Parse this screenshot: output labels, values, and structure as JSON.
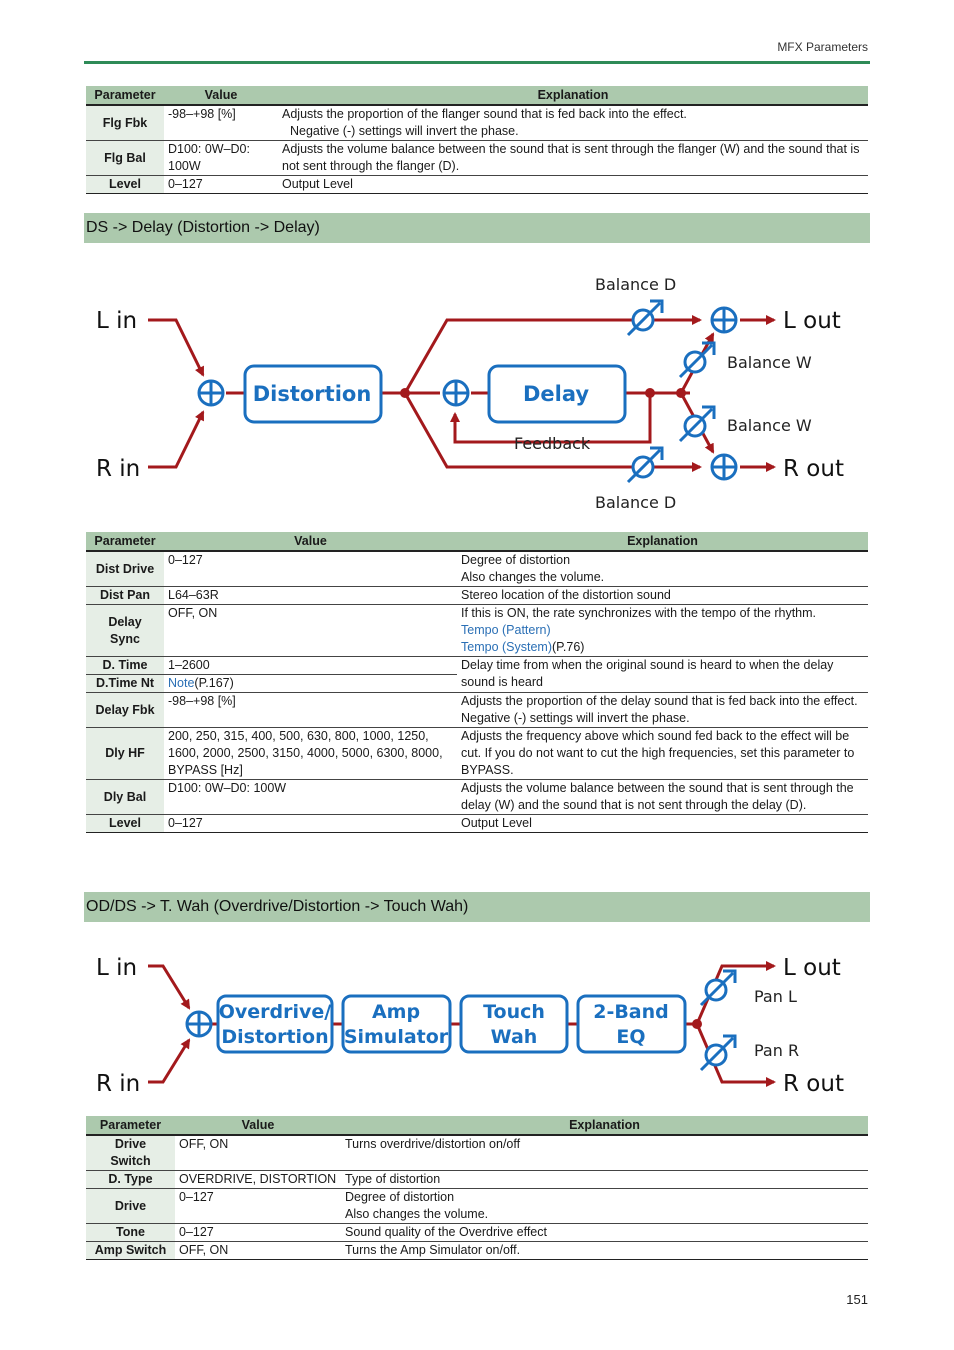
{
  "header": {
    "section_label": "MFX Parameters"
  },
  "table1": {
    "headers": [
      "Parameter",
      "Value",
      "Explanation"
    ],
    "rows": [
      {
        "param": "Flg Fbk",
        "value": "-98–+98 [%]",
        "expl1": "Adjusts the proportion of the flanger sound that is fed back into the effect.",
        "expl2": "Negative (-) settings will invert the phase."
      },
      {
        "param": "Flg Bal",
        "value": "D100: 0W–D0: 100W",
        "expl1": "Adjusts the volume balance between the sound that is sent through the flanger (W) and the sound that is not sent through the flanger (D)."
      },
      {
        "param": "Level",
        "value": "0–127",
        "expl1": "Output Level"
      }
    ]
  },
  "section1": {
    "title": "DS -> Delay (Distortion -> Delay)"
  },
  "diagram1": {
    "l_in": "L in",
    "r_in": "R in",
    "l_out": "L out",
    "r_out": "R out",
    "distortion": "Distortion",
    "delay": "Delay",
    "feedback": "Feedback",
    "balance_d_top": "Balance D",
    "balance_d_bottom": "Balance D",
    "balance_w_top": "Balance W",
    "balance_w_bottom": "Balance W",
    "colors": {
      "block": "#1a6fbf",
      "signal": "#a3191c",
      "block_fill": "#ffffff"
    }
  },
  "table2": {
    "headers": [
      "Parameter",
      "Value",
      "Explanation"
    ],
    "rows": {
      "dist_drive": {
        "param": "Dist Drive",
        "value": "0–127",
        "expl1": "Degree of distortion",
        "expl2": "Also changes the volume."
      },
      "dist_pan": {
        "param": "Dist Pan",
        "value": "L64–63R",
        "expl1": "Stereo location of the distortion sound"
      },
      "delay_sync": {
        "param": "Delay Sync",
        "value": "OFF, ON",
        "expl1": "If this is ON, the rate synchronizes with the tempo of the rhythm.",
        "link1": "Tempo (Pattern)",
        "link2": "Tempo (System)",
        "link2_suffix": "(P.76)"
      },
      "d_time": {
        "param": "D. Time",
        "value": "1–2600",
        "expl1": "Delay time from when the original sound is heard to when the delay sound is heard"
      },
      "d_time_nt": {
        "param": "D.Time Nt",
        "value_link": "Note",
        "value_suffix": "(P.167)"
      },
      "delay_fbk": {
        "param": "Delay Fbk",
        "value": "-98–+98 [%]",
        "expl1": "Adjusts the proportion of the delay sound that is fed back into the effect.",
        "expl2": "Negative (-) settings will invert the phase."
      },
      "dly_hf": {
        "param": "Dly HF",
        "value": "200, 250, 315, 400, 500, 630, 800, 1000, 1250, 1600, 2000, 2500, 3150, 4000, 5000, 6300, 8000, BYPASS [Hz]",
        "expl1": "Adjusts the frequency above which sound fed back to the effect will be cut. If you do not want to cut the high frequencies, set this parameter to BYPASS."
      },
      "dly_bal": {
        "param": "Dly Bal",
        "value": "D100: 0W–D0: 100W",
        "expl1": "Adjusts the volume balance between the sound that is sent through the delay (W) and the sound that is not sent through the delay (D)."
      },
      "level": {
        "param": "Level",
        "value": "0–127",
        "expl1": "Output Level"
      }
    }
  },
  "section2": {
    "title": "OD/DS -> T. Wah (Overdrive/Distortion -> Touch Wah)"
  },
  "diagram2": {
    "l_in": "L in",
    "r_in": "R in",
    "l_out": "L out",
    "r_out": "R out",
    "od_line1": "Overdrive/",
    "od_line2": "Distortion",
    "amp_line1": "Amp",
    "amp_line2": "Simulator",
    "wah_line1": "Touch",
    "wah_line2": "Wah",
    "eq_line1": "2-Band",
    "eq_line2": "EQ",
    "pan_l": "Pan L",
    "pan_r": "Pan R"
  },
  "table3": {
    "headers": [
      "Parameter",
      "Value",
      "Explanation"
    ],
    "rows": [
      {
        "param": "Drive Switch",
        "value": "OFF, ON",
        "expl1": "Turns overdrive/distortion on/off"
      },
      {
        "param": "D. Type",
        "value": "OVERDRIVE, DISTORTION",
        "expl1": "Type of distortion"
      },
      {
        "param": "Drive",
        "value": "0–127",
        "expl1": "Degree of distortion",
        "expl2": "Also changes the volume."
      },
      {
        "param": "Tone",
        "value": "0–127",
        "expl1": "Sound quality of the Overdrive effect"
      },
      {
        "param": "Amp Switch",
        "value": "OFF, ON",
        "expl1": "Turns the Amp Simulator on/off."
      }
    ]
  },
  "footer": {
    "page_number": "151"
  }
}
